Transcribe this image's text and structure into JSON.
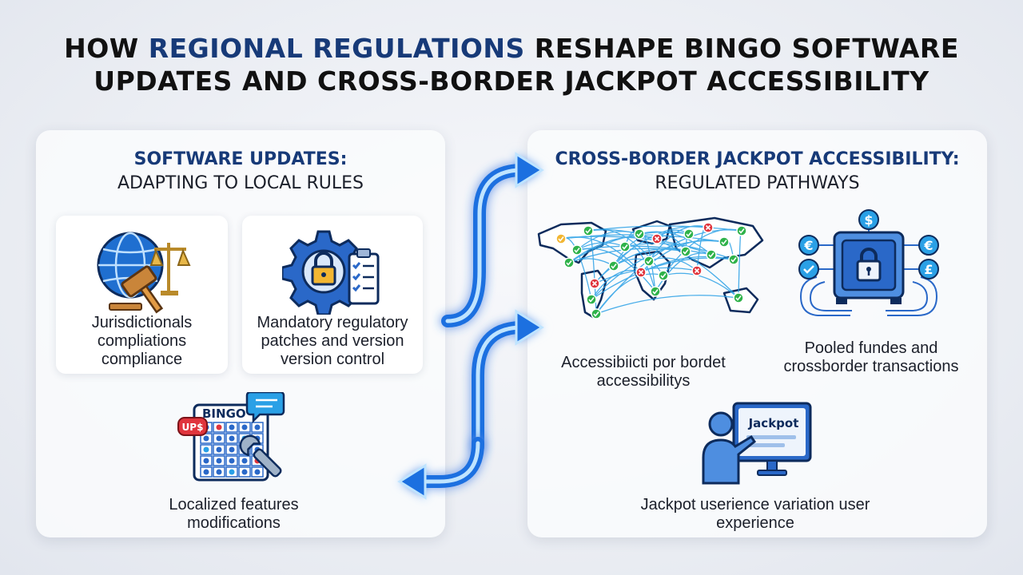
{
  "title": {
    "prefix": "HOW ",
    "highlight": "REGIONAL REGULATIONS",
    "suffix": " RESHAPE BINGO SOFTWARE",
    "line2": "UPDATES AND CROSS-BORDER JACKPOT ACCESSIBILITY"
  },
  "left_panel": {
    "title_line1": "SOFTWARE UPDATES:",
    "title_line2": "ADAPTING TO LOCAL RULES",
    "cards": [
      {
        "caption": "Jurisdictionals compliations compliance",
        "icon": "globe-gavel-scales-icon"
      },
      {
        "caption": "Mandatory regulatory patches and version version control",
        "icon": "gear-lock-checklist-icon"
      }
    ],
    "bingo": {
      "caption": "Localized features modifications",
      "card_label": "BINGO",
      "badge": "UP$",
      "icon": "bingo-card-wrench-icon"
    }
  },
  "right_panel": {
    "title_line1": "CROSS-BORDER JACKPOT ACCESSIBILITY:",
    "title_line2": "REGULATED PATHWAYS",
    "map": {
      "caption": "Accessibiicti por bordet accessibilitys",
      "icon": "world-map-network-icon"
    },
    "funds": {
      "caption": "Pooled fundes and crossborder transactions",
      "currency_symbols": [
        "$",
        "€",
        "€",
        "£"
      ],
      "icon": "vault-lock-currency-icon"
    },
    "jackpot": {
      "caption": "Jackpot userience variation user experience",
      "screen_label": "Jackpot",
      "icon": "user-jackpot-screen-icon"
    }
  },
  "colors": {
    "accent": "#173a78",
    "arrow": "#1f6fe0",
    "check": "#2fb24a",
    "cross": "#e0353d"
  }
}
